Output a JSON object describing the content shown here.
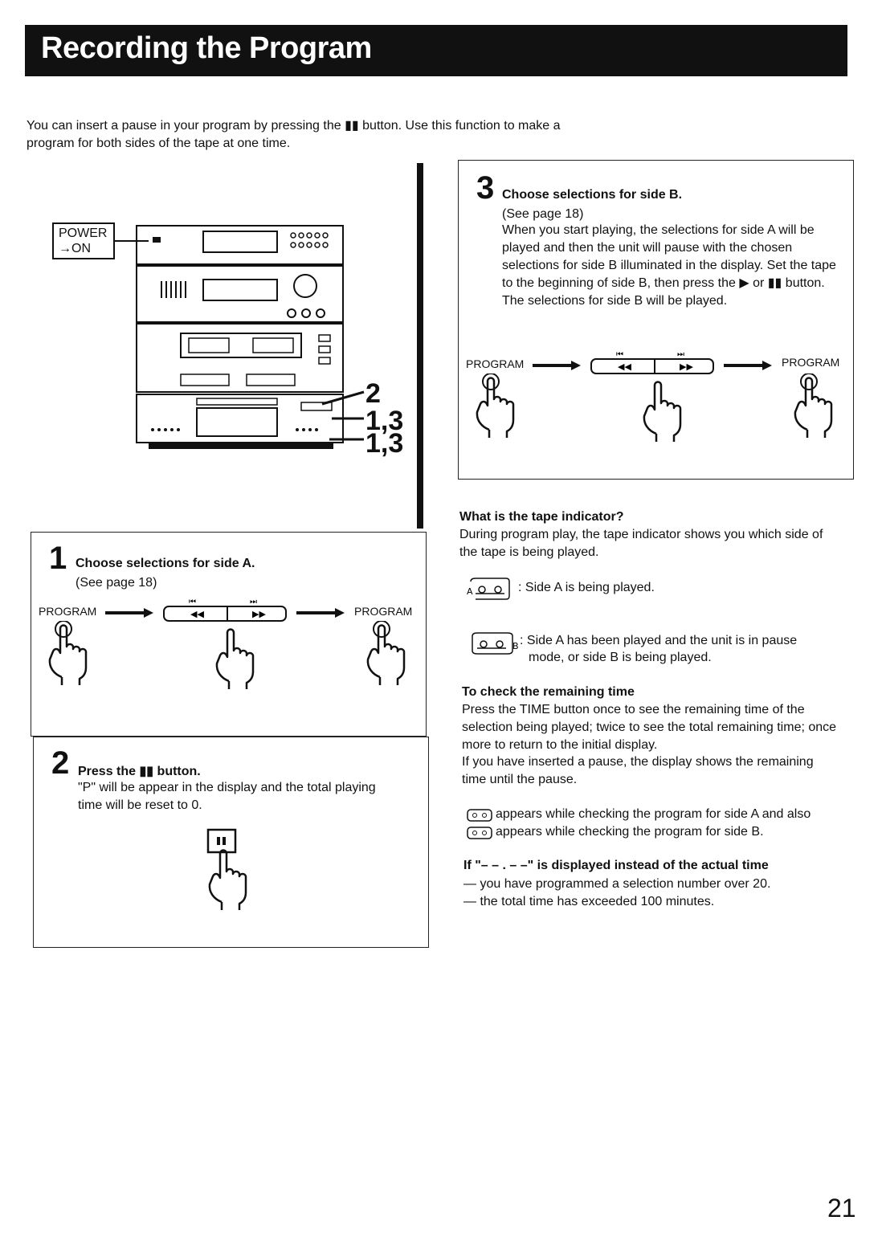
{
  "title": "Recording the Program",
  "intro": "You can insert a pause in your program by pressing the ▮▮ button. Use this function to make a program for both sides of the tape at one time.",
  "figure": {
    "power_label_1": "POWER",
    "power_label_2": "→ON",
    "callout_a": "2",
    "callout_b": "1,3",
    "callout_c": "1,3"
  },
  "step1": {
    "num": "1",
    "heading": "Choose selections for side A.",
    "ref": "(See page 18)",
    "program_left": "PROGRAM",
    "program_right": "PROGRAM"
  },
  "step2": {
    "num": "2",
    "heading": "Press the ▮▮ button.",
    "body": "\"P\" will be appear in the display and the total playing time will be reset to 0."
  },
  "step3": {
    "num": "3",
    "heading": "Choose selections for side B.",
    "ref": "(See page 18)",
    "body": "When you start playing, the selections for side A will be played and then the unit will pause with the chosen selections for side B illuminated in the display. Set the tape to the beginning of side B, then press the ▶ or ▮▮ button. The selections for side B will be played.",
    "program_left": "PROGRAM",
    "program_right": "PROGRAM"
  },
  "tape_indicator": {
    "heading": "What is the tape indicator?",
    "body": "During program play, the tape indicator shows you which side of the tape is being played.",
    "side_a": ": Side A is being played.",
    "side_b_1": ": Side A has been played and the unit is in pause",
    "side_b_2": "mode, or side B is being played."
  },
  "remaining": {
    "heading": "To check the remaining time",
    "body1": "Press the TIME button once to see the remaining time of the selection being played; twice to see the total remaining time; once more to return to the initial display.",
    "body2": "If you have inserted a pause, the display shows the remaining time until the pause.",
    "appears_a": "appears while checking the program for side A and also",
    "appears_b": "appears while checking the program for side B."
  },
  "dashes": {
    "heading": "If \"– – . – –\" is displayed instead of the actual time",
    "line1": "— you have programmed a selection number over 20.",
    "line2": "— the total time has exceeded 100 minutes."
  },
  "page_number": "21"
}
